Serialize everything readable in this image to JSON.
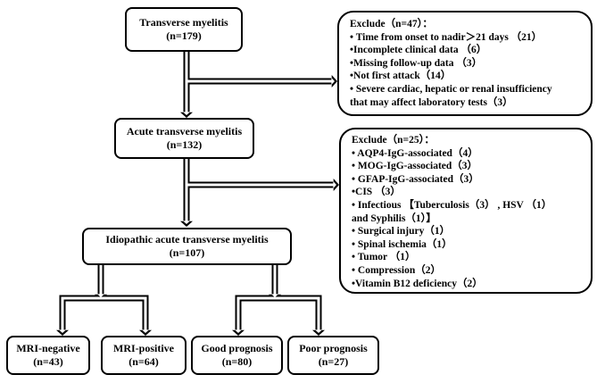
{
  "nodes": {
    "transverse": {
      "title": "Transverse myelitis",
      "n": "(n=179)"
    },
    "acute": {
      "title": "Acute transverse myelitis",
      "n": "(n=132)"
    },
    "idiopathic": {
      "title": "Idiopathic acute transverse myelitis",
      "n": "(n=107)"
    },
    "mri_negative": {
      "title": "MRI-negative",
      "n": "(n=43)"
    },
    "mri_positive": {
      "title": "MRI-positive",
      "n": "(n=64)"
    },
    "good_prognosis": {
      "title": "Good prognosis",
      "n": "(n=80)"
    },
    "poor_prognosis": {
      "title": "Poor prognosis",
      "n": "(n=27)"
    }
  },
  "exclude1": {
    "title": "Exclude（n=47）：",
    "items": [
      "• Time from onset to nadir＞21 days （21）",
      "•Incomplete clinical data （6）",
      "•Missing follow-up data （3）",
      "•Not first attack（14）",
      "• Severe cardiac, hepatic or renal insufficiency",
      "that may affect laboratory tests（3）"
    ]
  },
  "exclude2": {
    "title": "Exclude（n=25）：",
    "items": [
      "• AQP4-IgG-associated（4）",
      "• MOG-IgG-associated（3）",
      "• GFAP-IgG-associated（3）",
      "•CIS （3）",
      "• Infectious 【Tuberculosis（3） , HSV （1）",
      "and Syphilis（1）】",
      "• Surgical injury（1）",
      "• Spinal ischemia（1）",
      "• Tumor （1）",
      "• Compression（2）",
      "•Vitamin B12 deficiency（2）"
    ]
  }
}
